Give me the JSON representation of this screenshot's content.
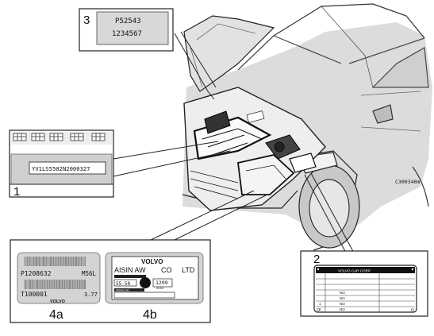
{
  "callouts": {
    "c1": {
      "number": "1",
      "vin": "YV1LS5502N2000327"
    },
    "c2": {
      "number": "2",
      "plate_header": "VOLVO CAR CORP",
      "plate_header_right": "",
      "rows": [
        {
          "num": "",
          "label": ""
        },
        {
          "num": "",
          "label": ""
        },
        {
          "num": "",
          "label": ""
        },
        {
          "num": "",
          "label": "NO"
        },
        {
          "num": "",
          "label": "NO"
        },
        {
          "num": "1",
          "label": "NO"
        },
        {
          "num": "2",
          "label": "NO"
        }
      ]
    },
    "c3": {
      "number": "3",
      "line1": "P52543",
      "line2": "1234567"
    },
    "c4a": {
      "label": "4a",
      "code1": "P1208632",
      "code1_suffix": "M56L",
      "code2": "T100001",
      "code2_suffix": "3.77",
      "brand": "VOLVO"
    },
    "c4b": {
      "label": "4b",
      "brand": "VOLVO",
      "maker": "AISIN AW",
      "maker_suffix": "CO",
      "maker_suffix2": "LTD",
      "model": "55-50",
      "num": "1209",
      "num_sub": "XXXX",
      "sub_label": "SERIAL NO"
    }
  },
  "figure_code": "C300340m",
  "icons": [
    "car-illustration",
    "engine-illustration",
    "barcode-icon"
  ]
}
